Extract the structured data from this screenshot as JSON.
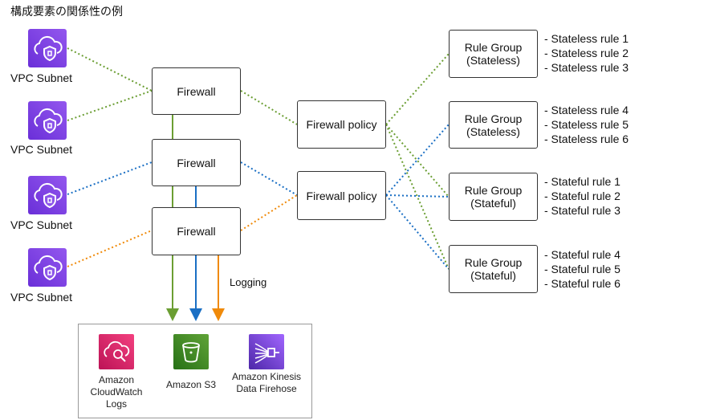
{
  "title": "構成要素の関係性の例",
  "vpc_label": "VPC Subnet",
  "firewall_label": "Firewall",
  "policy_label": "Firewall policy",
  "rule_groups": [
    {
      "name": "Rule Group",
      "kind": "(Stateless)",
      "rules": [
        "- Stateless rule 1",
        "- Stateless rule 2",
        "- Stateless rule 3"
      ]
    },
    {
      "name": "Rule Group",
      "kind": "(Stateless)",
      "rules": [
        "- Stateless rule 4",
        "- Stateless rule 5",
        "- Stateless rule 6"
      ]
    },
    {
      "name": "Rule Group",
      "kind": "(Stateful)",
      "rules": [
        "- Stateful rule 1",
        "- Stateful rule 2",
        "- Stateful rule 3"
      ]
    },
    {
      "name": "Rule Group",
      "kind": "(Stateful)",
      "rules": [
        "- Stateful rule 4",
        "- Stateful rule 5",
        "- Stateful rule 6"
      ]
    }
  ],
  "logging_label": "Logging",
  "services": {
    "cloudwatch": "Amazon CloudWatch Logs",
    "s3": "Amazon S3",
    "firehose": "Amazon Kinesis Data Firehose"
  },
  "colors": {
    "green": "#6b9e33",
    "blue": "#1a6fc4",
    "orange": "#f08a0a",
    "vpc_purple": "#7a3fe0",
    "cloudwatch_pink": "#d6246e",
    "s3_green": "#3f8624",
    "firehose_purple": "#8c4fff"
  },
  "icons": {
    "vpc": "cloud-shield-icon",
    "cloudwatch": "cloudwatch-logs-icon",
    "s3": "s3-bucket-icon",
    "firehose": "firehose-icon"
  }
}
